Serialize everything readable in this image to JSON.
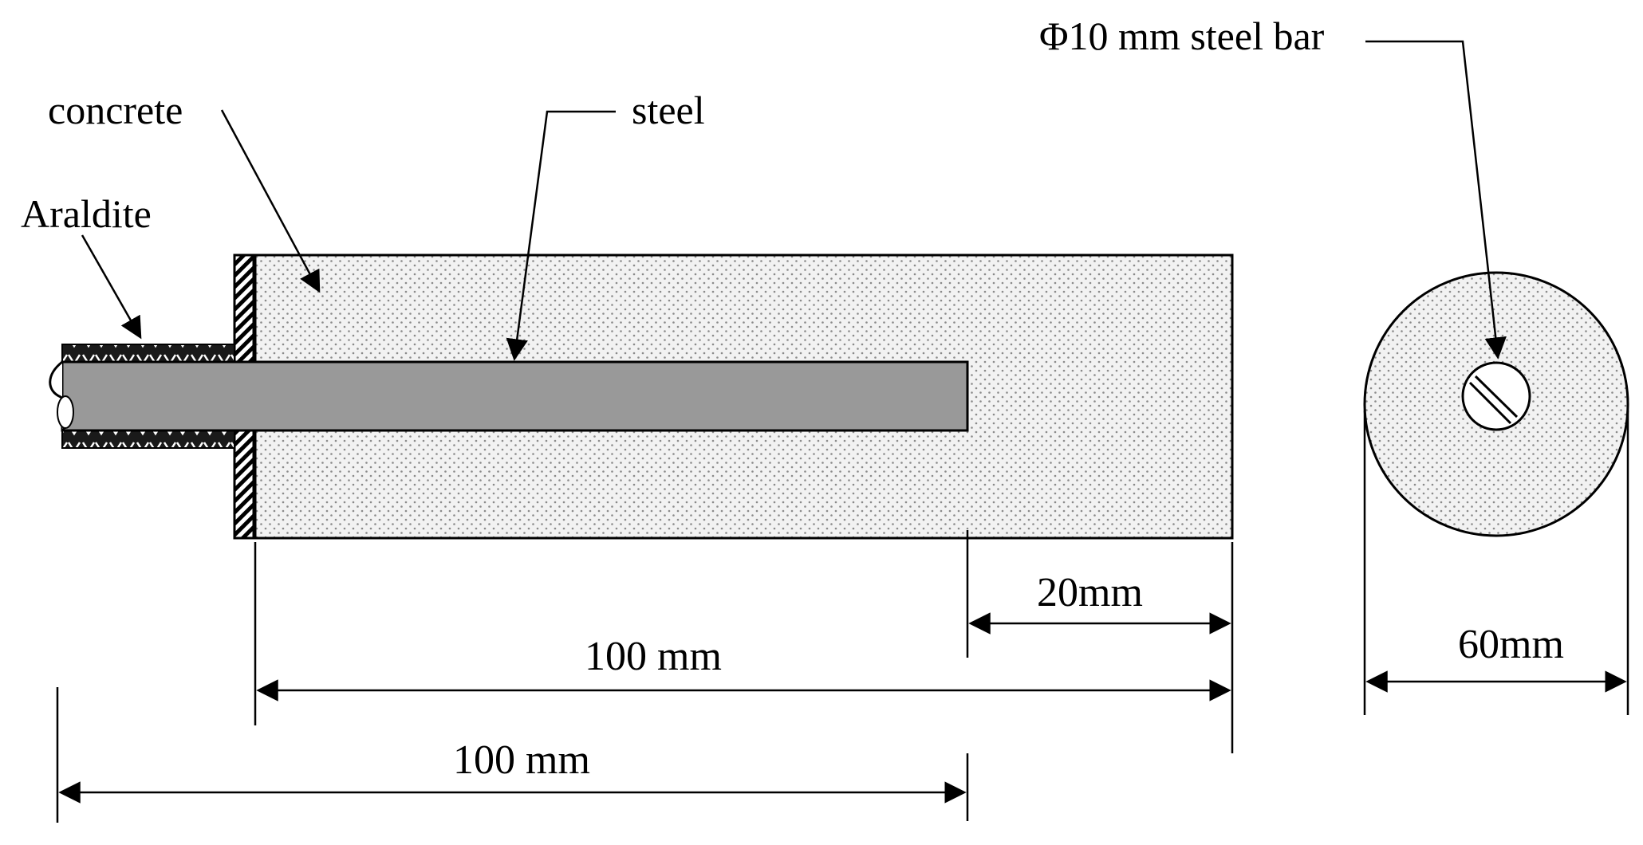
{
  "labels": {
    "concrete": "concrete",
    "steel": "steel",
    "araldite": "Araldite",
    "steel_bar": "Φ10 mm steel bar"
  },
  "dimensions": {
    "embed_length": "100 mm",
    "protrude_length": "100 mm",
    "cover_length": "20mm",
    "diameter": "60mm"
  },
  "colors": {
    "concrete_fill": "#ececec",
    "concrete_dots": "#8a8a8a",
    "steel_fill": "#999999",
    "line": "#000000"
  }
}
